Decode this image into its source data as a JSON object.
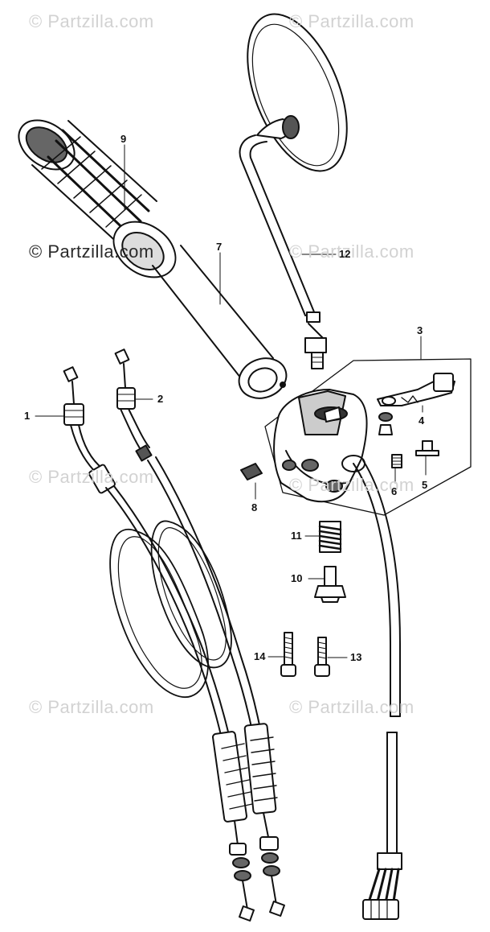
{
  "watermarks": {
    "faint": "© Partzilla.com",
    "copyright_label": "© Partzilla.com"
  },
  "callouts": {
    "c1": "1",
    "c2": "2",
    "c3": "3",
    "c4": "4",
    "c5": "5",
    "c6": "6",
    "c7": "7",
    "c8": "8",
    "c9": "9",
    "c10": "10",
    "c11": "11",
    "c12": "12",
    "c13": "13",
    "c14": "14"
  }
}
